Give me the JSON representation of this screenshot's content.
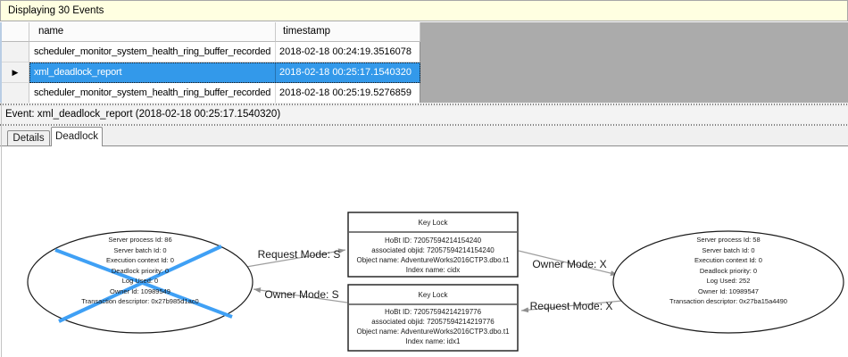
{
  "header": {
    "title": "Displaying 30 Events"
  },
  "grid": {
    "columns": {
      "name": "name",
      "timestamp": "timestamp"
    },
    "selector_icon": "▶",
    "rows": [
      {
        "name": "scheduler_monitor_system_health_ring_buffer_recorded",
        "timestamp": "2018-02-18 00:24:19.3516078",
        "selected": false
      },
      {
        "name": "xml_deadlock_report",
        "timestamp": "2018-02-18 00:25:17.1540320",
        "selected": true
      },
      {
        "name": "scheduler_monitor_system_health_ring_buffer_recorded",
        "timestamp": "2018-02-18 00:25:19.5276859",
        "selected": false
      }
    ]
  },
  "event_bar": {
    "text": "Event: xml_deadlock_report (2018-02-18 00:25:17.1540320)"
  },
  "tabs": [
    {
      "label": "Details",
      "active": false
    },
    {
      "label": "Deadlock",
      "active": true
    }
  ],
  "graph": {
    "left_process": {
      "victim": true,
      "lines": [
        "Server process Id: 86",
        "Server batch Id: 0",
        "Execution context Id: 0",
        "Deadlock priority: 0",
        "Log Used: 0",
        "Owner Id: 10989549",
        "Transaction descriptor: 0x27b985d1ac0"
      ]
    },
    "right_process": {
      "victim": false,
      "lines": [
        "Server process Id: 58",
        "Server batch Id: 0",
        "Execution context Id: 0",
        "Deadlock priority: 0",
        "Log Used: 252",
        "Owner Id: 10989547",
        "Transaction descriptor: 0x27ba15a4490"
      ]
    },
    "top_lock": {
      "title": "Key Lock",
      "lines": [
        "HoBt ID: 72057594214154240",
        "associated objid: 72057594214154240",
        "Object name: AdventureWorks2016CTP3.dbo.t1",
        "Index name: cidx"
      ]
    },
    "bottom_lock": {
      "title": "Key Lock",
      "lines": [
        "HoBt ID: 72057594214219776",
        "associated objid: 72057594214219776",
        "Object name: AdventureWorks2016CTP3.dbo.t1",
        "Index name: idx1"
      ]
    },
    "edges": [
      {
        "label": "Request Mode: S"
      },
      {
        "label": "Owner Mode: X"
      },
      {
        "label": "Owner Mode: S"
      },
      {
        "label": "Request Mode: X"
      }
    ]
  },
  "colors": {
    "selection": "#3399EA",
    "victim_cross": "#3FA0F5",
    "info_bar": "#FFFFE1",
    "grid_filler": "#ABABAB",
    "edge_line": "#9E9E9E"
  }
}
